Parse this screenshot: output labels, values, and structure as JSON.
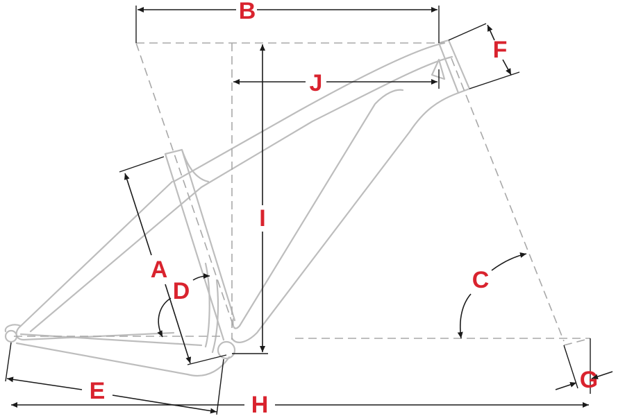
{
  "labels": {
    "a": "A",
    "b": "B",
    "c": "C",
    "d": "D",
    "e": "E",
    "f": "F",
    "g": "G",
    "h": "H",
    "i": "I",
    "j": "J"
  },
  "colors": {
    "label": "#d9232e",
    "frame": "#bdbdbd",
    "dimension": "#1a1a1a"
  }
}
